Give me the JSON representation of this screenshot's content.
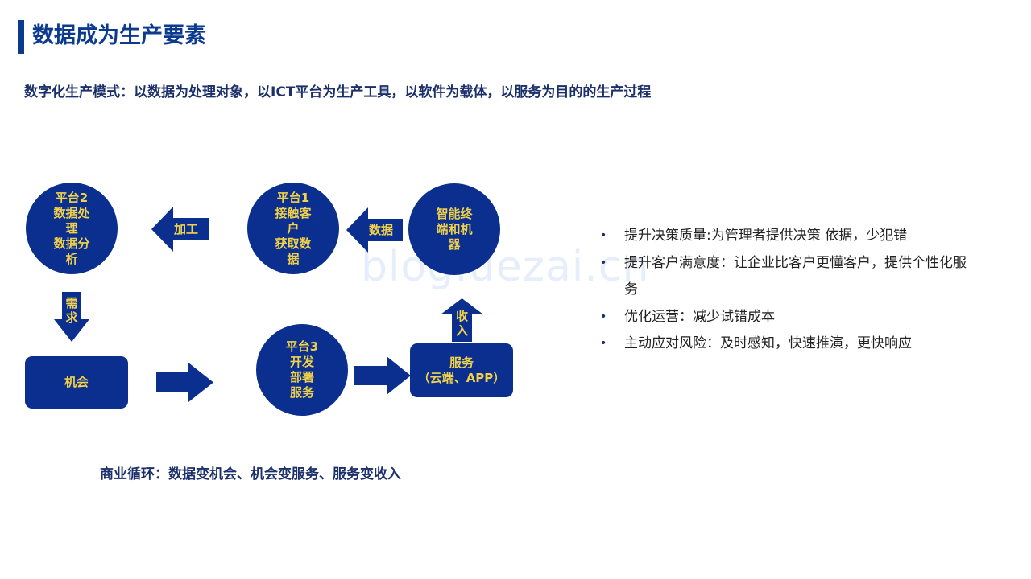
{
  "title": "数据成为生产要素",
  "subtitle": "数字化生产模式：以数据为处理对象，以ICT平台为生产工具，以软件为载体，以服务为目的的生产过程",
  "watermark": "blog.uezai.cn",
  "diagram": {
    "platform2": "平台2\n数据处\n理\n数据分\n析",
    "platform1": "平台1\n接触客\n户\n获取数\n据",
    "terminal": "智能终\n端和机\n器",
    "opportunity": "机会",
    "platform3": "平台3\n开发\n部署\n服务",
    "service": "服务\n（云端、APP）",
    "arrow_process": "加工",
    "arrow_data": "数据",
    "arrow_demand": "需\n求",
    "arrow_income": "收\n入"
  },
  "bullets": [
    "提升决策质量:为管理者提供决策 依据，少犯错",
    "提升客户满意度：让企业比客户更懂客户，提供个性化服务",
    "优化运营：减少试错成本",
    "主动应对风险：及时感知，快速推演，更快响应"
  ],
  "footer": "商业循环：数据变机会、机会变服务、服务变收入",
  "colors": {
    "node_fill": "#0a2f8f",
    "node_text": "#f2d24a",
    "title": "#0b3a8f"
  }
}
